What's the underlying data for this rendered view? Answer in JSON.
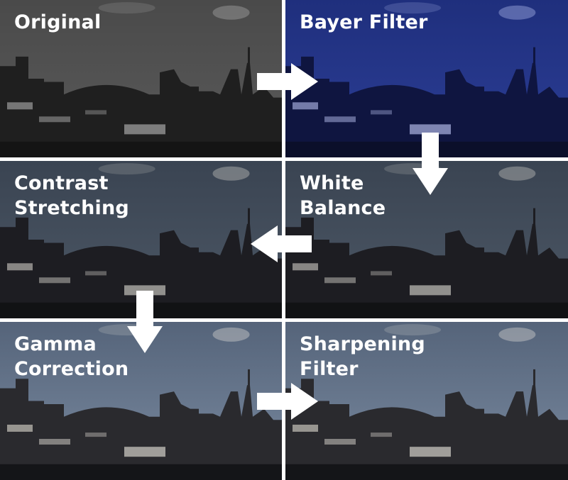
{
  "panels": [
    {
      "label": "Original",
      "tint": "gray"
    },
    {
      "label": "Bayer Filter",
      "tint": "blue"
    },
    {
      "label": "Contrast\nStretching",
      "tint": "slate"
    },
    {
      "label": "White\nBalance",
      "tint": "slate"
    },
    {
      "label": "Gamma\nCorrection",
      "tint": "clear"
    },
    {
      "label": "Sharpening\nFilter",
      "tint": "clear"
    }
  ],
  "flow": [
    "right",
    "down",
    "left",
    "down",
    "right"
  ],
  "colors": {
    "gray": {
      "sky1": "#4a4a4a",
      "sky2": "#5a5a5a",
      "city": "#1f1f1f",
      "lite": "#bdbdbd",
      "ground": "#141414"
    },
    "blue": {
      "sky1": "#1f2f7d",
      "sky2": "#2c3e96",
      "city": "#0f1540",
      "lite": "#c8d0ff",
      "ground": "#0b0f2a"
    },
    "slate": {
      "sky1": "#3a4452",
      "sky2": "#4d5866",
      "city": "#1d1d22",
      "lite": "#e0ddd5",
      "ground": "#111214"
    },
    "clear": {
      "sky1": "#55647a",
      "sky2": "#7a8aa0",
      "city": "#2a2a2e",
      "lite": "#f0ece2",
      "ground": "#141518"
    },
    "arrow": "#ffffff"
  }
}
